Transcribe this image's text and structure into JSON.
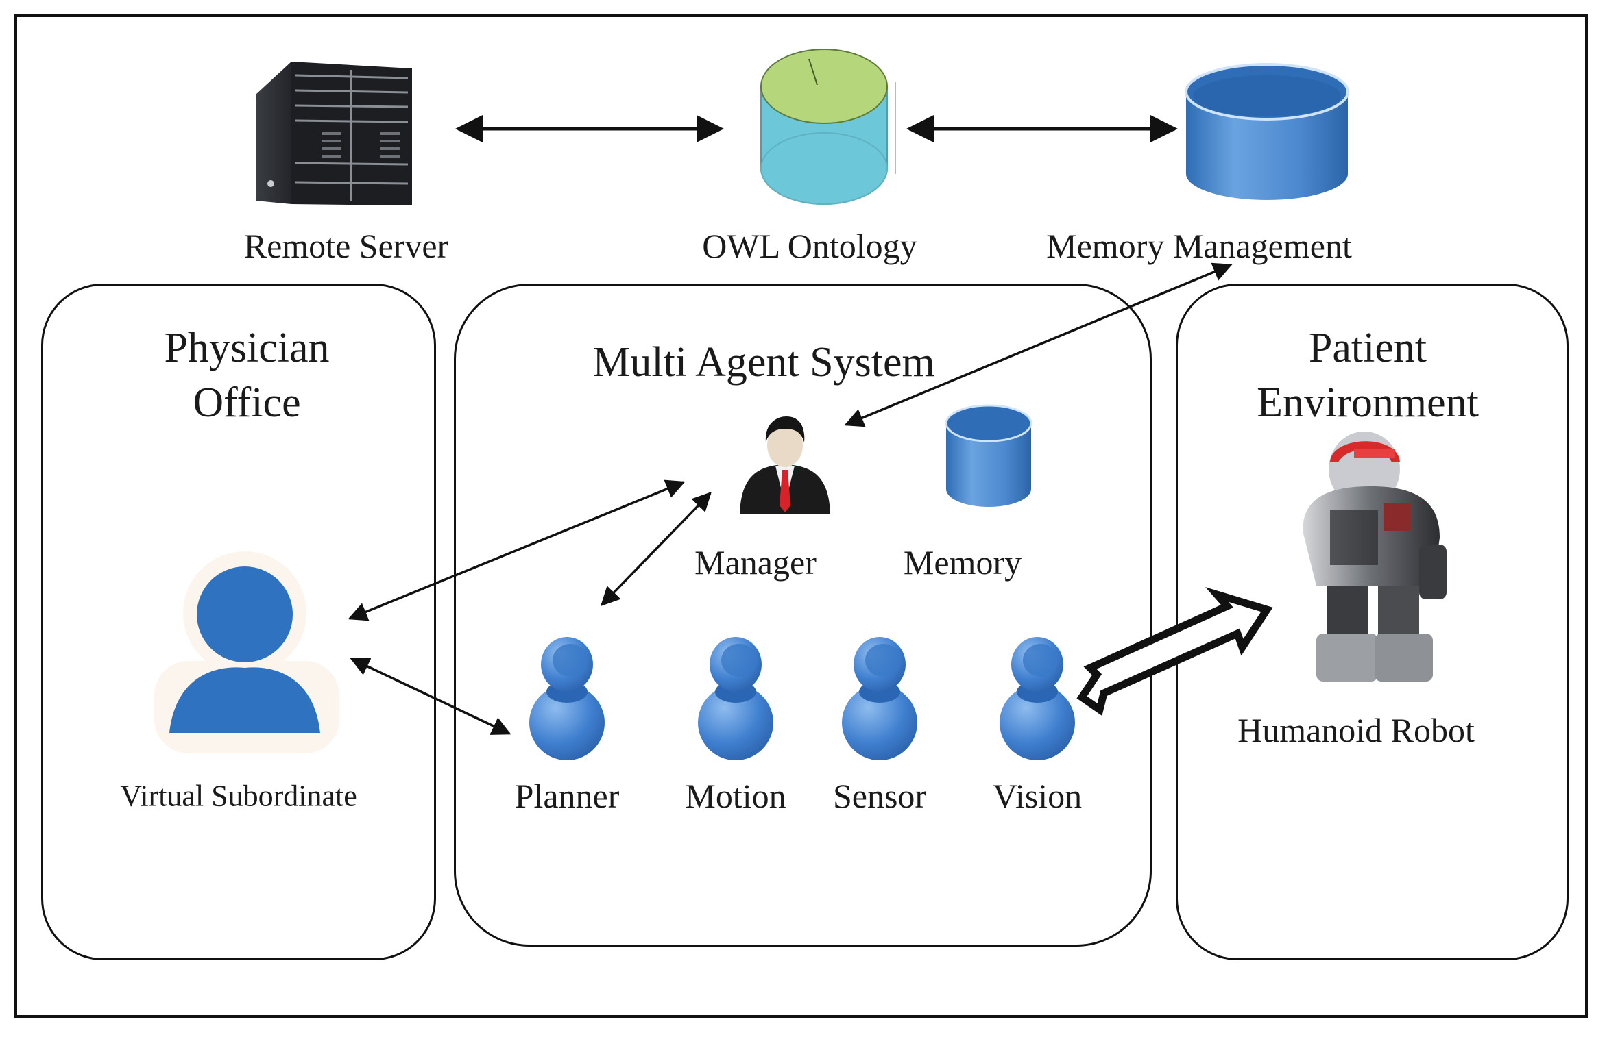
{
  "top_row": {
    "remote_server": {
      "label": "Remote Server",
      "icon": "server-rack-icon"
    },
    "owl_ontology": {
      "label": "OWL Ontology",
      "icon": "database-cylinder-icon"
    },
    "memory_management": {
      "label": "Memory Management",
      "icon": "database-cylinder-icon"
    }
  },
  "panels": {
    "physician_office": {
      "title_line1": "Physician",
      "title_line2": "Office",
      "virtual_subordinate": {
        "label": "Virtual Subordinate",
        "icon": "user-silhouette-icon"
      }
    },
    "multi_agent_system": {
      "title": "Multi Agent System",
      "manager": {
        "label": "Manager",
        "icon": "businessman-icon"
      },
      "memory": {
        "label": "Memory",
        "icon": "database-cylinder-icon"
      },
      "agents": [
        {
          "label": "Planner",
          "icon": "agent-person-icon"
        },
        {
          "label": "Motion",
          "icon": "agent-person-icon"
        },
        {
          "label": "Sensor",
          "icon": "agent-person-icon"
        },
        {
          "label": "Vision",
          "icon": "agent-person-icon"
        }
      ]
    },
    "patient_environment": {
      "title_line1": "Patient",
      "title_line2": "Environment",
      "robot": {
        "label": "Humanoid Robot",
        "icon": "humanoid-robot-icon"
      }
    }
  },
  "connections": [
    {
      "from": "Remote Server",
      "to": "OWL Ontology",
      "type": "bidirectional"
    },
    {
      "from": "OWL Ontology",
      "to": "Memory Management",
      "type": "bidirectional"
    },
    {
      "from": "Memory Management",
      "to": "Manager",
      "type": "bidirectional"
    },
    {
      "from": "Virtual Subordinate",
      "to": "Manager",
      "type": "bidirectional"
    },
    {
      "from": "Planner",
      "to": "Manager",
      "type": "bidirectional"
    },
    {
      "from": "Virtual Subordinate",
      "to": "Planner",
      "type": "bidirectional"
    },
    {
      "from": "Vision",
      "to": "Humanoid Robot",
      "type": "hollow-directed"
    }
  ],
  "colors": {
    "agent_blue": "#3f7fcf",
    "user_blue": "#2f72c0",
    "owl_top": "#b5d67a",
    "owl_body": "#6cc7d8",
    "db_blue": "#3a7cc4",
    "line": "#111111"
  }
}
